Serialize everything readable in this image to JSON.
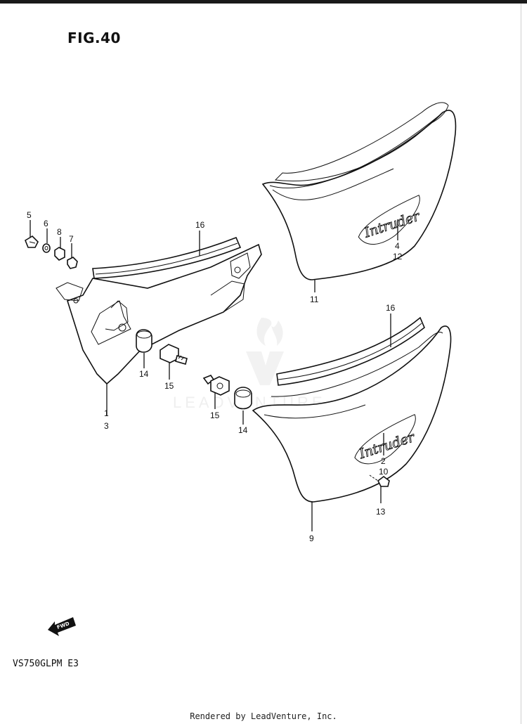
{
  "figure": {
    "title": "FIG.40",
    "model": "VS750GLPM E3",
    "credit": "Rendered by LeadVenture, Inc."
  },
  "watermark": "LEADVENTURE",
  "badge_text": "Intruder",
  "fwd_arrow": "FWD",
  "callouts": {
    "c1": "1",
    "c3": "3",
    "c5": "5",
    "c6": "6",
    "c8": "8",
    "c7": "7",
    "c16a": "16",
    "c14a": "14",
    "c15a": "15",
    "c15b": "15",
    "c14b": "14",
    "c4": "4",
    "c12": "12",
    "c11": "11",
    "c16b": "16",
    "c2": "2",
    "c10": "10",
    "c13": "13",
    "c9": "9"
  }
}
